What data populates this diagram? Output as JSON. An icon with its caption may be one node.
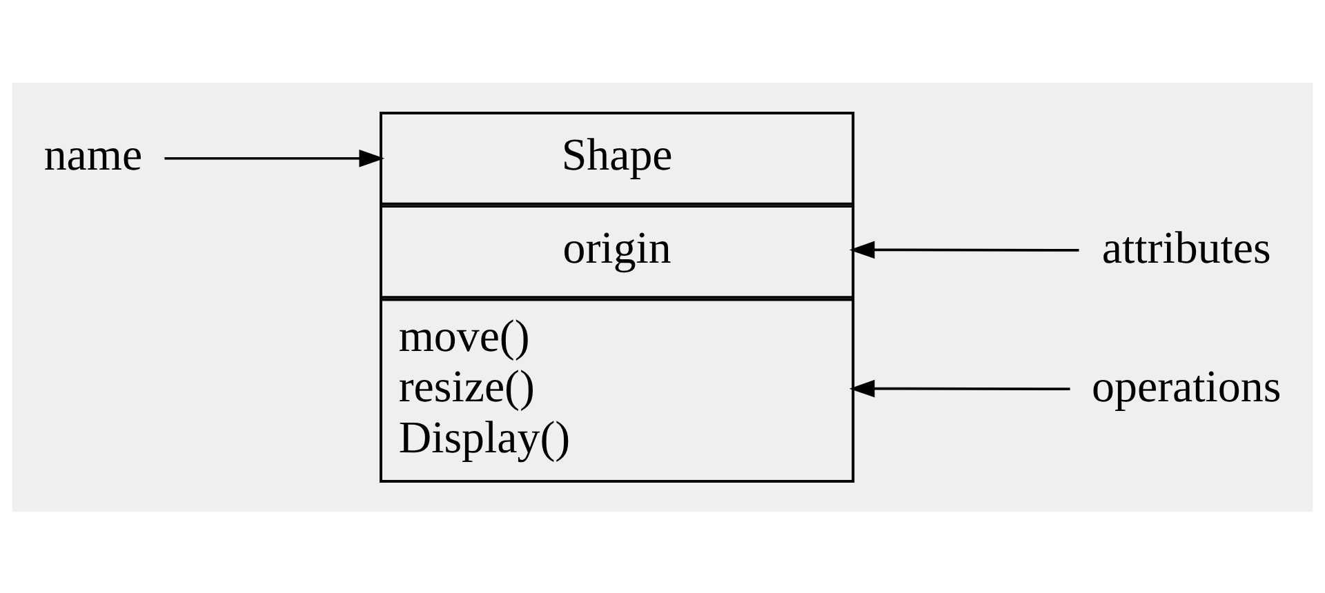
{
  "diagram": {
    "nodes": [
      {
        "text": [],
        "shape": "box"
      },
      {
        "text": [
          "Shape"
        ],
        "in": 0
      },
      {
        "text": [
          "origin"
        ],
        "in": 0
      },
      {
        "text": [
          "move()",
          "resize()",
          "Display()"
        ],
        "in": 0
      },
      {
        "text": [
          "name"
        ]
      },
      {
        "text": [
          "attributes"
        ]
      },
      {
        "text": [
          "operations"
        ]
      }
    ],
    "edges": [
      {
        "from": 4,
        "to": 1,
        "arrow": "to"
      },
      {
        "from": 5,
        "to": 2,
        "arrow": "to"
      },
      {
        "from": 6,
        "to": 3,
        "arrow": "to"
      }
    ]
  }
}
